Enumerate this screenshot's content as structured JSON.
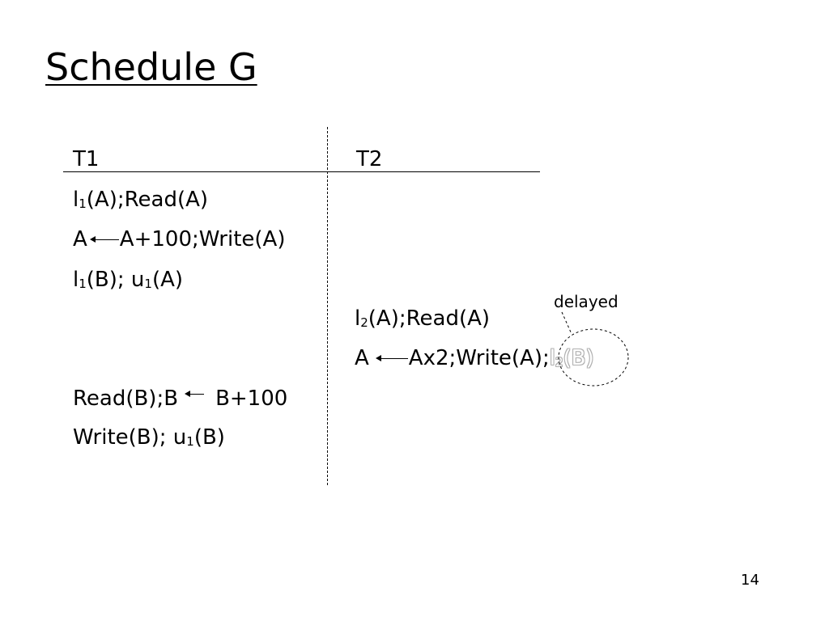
{
  "slide": {
    "title": "Schedule G",
    "page_number": "14"
  },
  "columns": {
    "t1": "T1",
    "t2": "T2"
  },
  "rows": {
    "r1": {
      "l": "l",
      "sub": "1",
      "rest": "(A);Read(A)"
    },
    "r2": {
      "pre": "A",
      "post": "A+100;Write(A)"
    },
    "r3": {
      "l": "l",
      "sub": "1",
      "mid": "(B); u",
      "sub2": "1",
      "rest": "(A)"
    },
    "r4": {
      "l": "l",
      "sub": "2",
      "rest": "(A);Read(A)"
    },
    "r5": {
      "pre": "A",
      "post": "Ax2;Write(A);",
      "blocked_l": "l",
      "blocked_sub": "2",
      "blocked_rest": "(B)"
    },
    "r6": {
      "pre": "Read(B);B",
      "post": "B+100"
    },
    "r7": {
      "pre": "Write(B); u",
      "sub": "1",
      "rest": "(B)"
    }
  },
  "annotation": {
    "label": "delayed"
  }
}
